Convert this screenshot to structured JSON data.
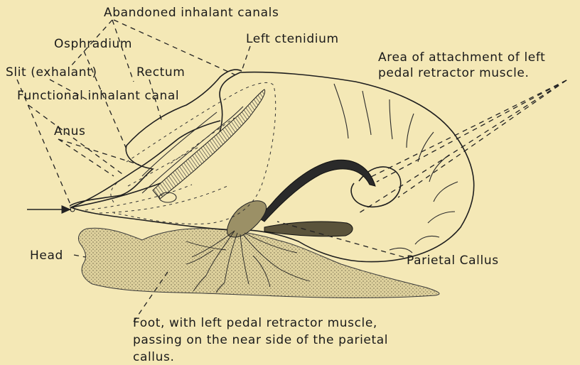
{
  "labels": {
    "abandoned_canals": "Abandoned inhalant canals",
    "osphradium": "Osphradium",
    "left_ctenidium": "Left ctenidium",
    "slit": "Slit (exhalant)",
    "rectum": "Rectum",
    "functional_canal": "Functional inhalant canal",
    "anus": "Anus",
    "attachment_line1": "Area of attachment of left",
    "attachment_line2": "pedal retractor muscle.",
    "head": "Head",
    "parietal_callus": "Parietal Callus",
    "foot_line1": "Foot, with left pedal retractor muscle,",
    "foot_line2": "passing on the near side of the parietal",
    "foot_line3": "callus."
  },
  "colors": {
    "background": "#f4e8b6",
    "ink": "#1a1a1a",
    "foot_stipple": "#d8cc98"
  }
}
